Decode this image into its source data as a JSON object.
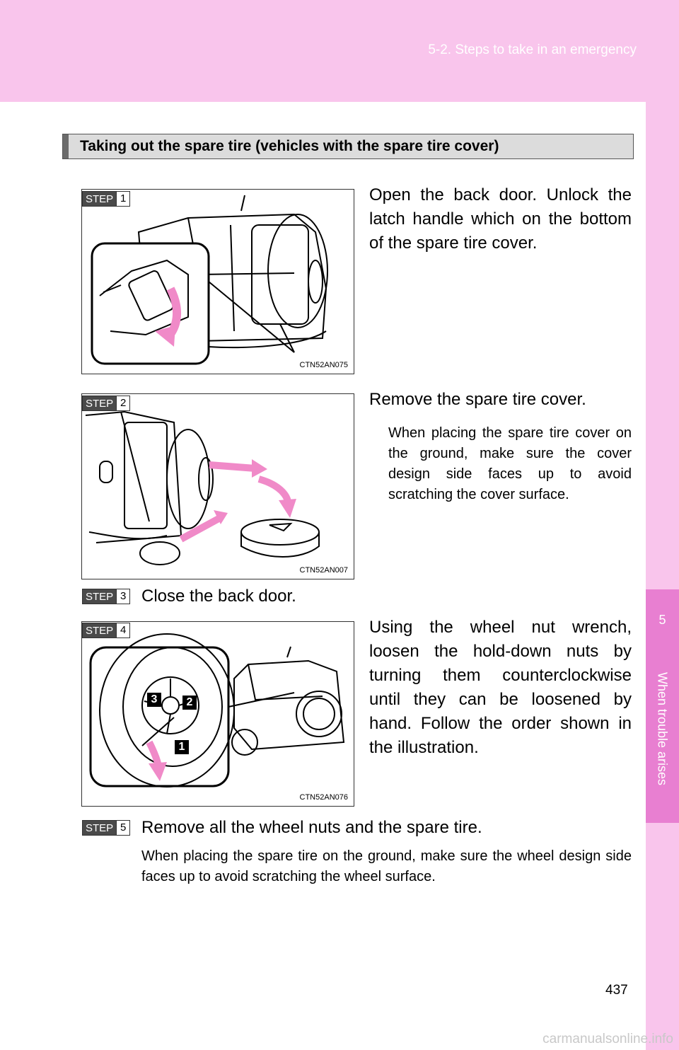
{
  "header": {
    "section_ref": "5-2. Steps to take in an emergency"
  },
  "side_tab": {
    "number": "5",
    "label": "When trouble arises"
  },
  "section": {
    "title": "Taking out the spare tire (vehicles with the spare tire cover)"
  },
  "steps": [
    {
      "badge_word": "STEP",
      "badge_num": "1",
      "figure_code": "CTN52AN075",
      "text": "Open the back door. Unlock the latch handle which on the bottom of the spare tire cover."
    },
    {
      "badge_word": "STEP",
      "badge_num": "2",
      "figure_code": "CTN52AN007",
      "text": "Remove the spare tire cover.",
      "note": "When placing the spare tire cover on the ground, make sure the cover design side faces up to avoid scratching the cover surface."
    },
    {
      "badge_word": "STEP",
      "badge_num": "3",
      "text": "Close the back door."
    },
    {
      "badge_word": "STEP",
      "badge_num": "4",
      "figure_code": "CTN52AN076",
      "text": "Using the wheel nut wrench, loosen the hold-down nuts by turning them counterclockwise until they can be loosened by hand. Follow the order shown in the illustration.",
      "callouts": [
        "3",
        "2",
        "1"
      ]
    },
    {
      "badge_word": "STEP",
      "badge_num": "5",
      "text": "Remove all the wheel nuts and the spare tire.",
      "note": "When placing the spare tire on the ground, make sure the wheel design side faces up to avoid scratching the wheel surface."
    }
  ],
  "footer": {
    "page_number": "437",
    "watermark": "carmanualsonline.info"
  },
  "colors": {
    "tab_pink": "#f9c5ec",
    "tab_active": "#e87fd1",
    "arrow_pink": "#f08ac8"
  }
}
